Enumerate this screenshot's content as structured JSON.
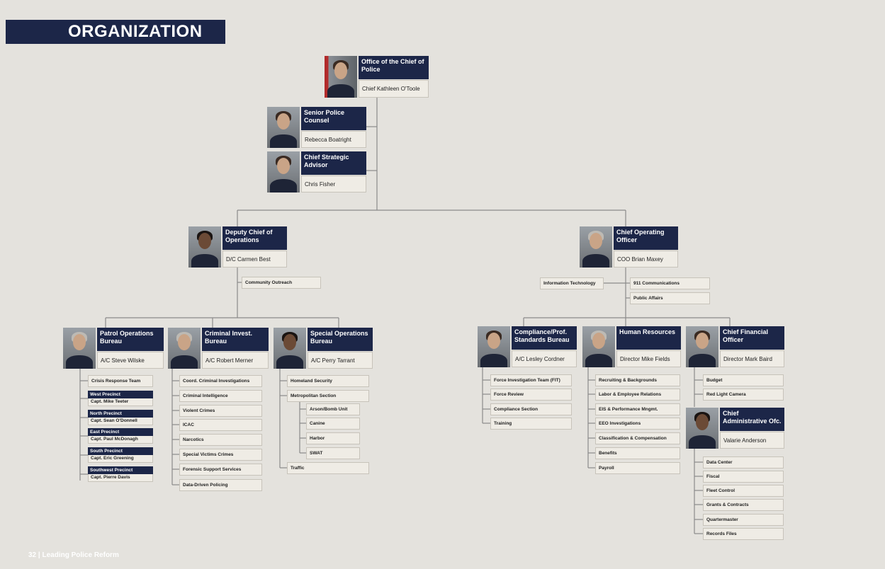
{
  "header": {
    "title": "ORGANIZATION"
  },
  "footer": {
    "text": "32 | Leading Police Reform"
  },
  "colors": {
    "navy": "#1c2648",
    "box_bg": "#efece5",
    "page_bg": "#e4e2dd",
    "line": "#8a8a8a"
  },
  "chief": {
    "title": "Office of the Chief of Police",
    "name": "Chief Kathleen O'Toole"
  },
  "counsel": {
    "title": "Senior Police Counsel",
    "name": "Rebecca Boatright"
  },
  "advisor": {
    "title": "Chief Strategic Advisor",
    "name": "Chris Fisher"
  },
  "deputy": {
    "title": "Deputy Chief of Operations",
    "name": "D/C Carmen Best",
    "units": [
      "Community Outreach"
    ]
  },
  "coo": {
    "title": "Chief Operating Officer",
    "name": "COO Brian Maxey",
    "left_units": [
      "Information Technology"
    ],
    "right_units": [
      "911 Communications",
      "Public Affairs"
    ]
  },
  "patrol": {
    "title": "Patrol Operations Bureau",
    "name": "A/C Steve Wilske",
    "units": [
      "Crisis Response Team"
    ],
    "precincts": [
      {
        "title": "West Precinct",
        "name": "Capt. Mike Teeter"
      },
      {
        "title": "North Precinct",
        "name": "Capt. Sean O'Donnell"
      },
      {
        "title": "East Precinct",
        "name": "Capt. Paul McDonagh"
      },
      {
        "title": "South Precinct",
        "name": "Capt. Eric Greening"
      },
      {
        "title": "Southwest Precinct",
        "name": "Capt. Pierre Davis"
      }
    ]
  },
  "criminal": {
    "title": "Criminal Invest. Bureau",
    "name": "A/C Robert Merner",
    "units": [
      "Coord. Criminal Investigations",
      "Criminal Intelligence",
      "Violent Crimes",
      "ICAC",
      "Narcotics",
      "Special Victims Crimes",
      "Forensic Support Services",
      "Data-Driven Policing"
    ]
  },
  "special": {
    "title": "Special Operations Bureau",
    "name": "A/C Perry Tarrant",
    "units": [
      "Homeland Security",
      "Metropolitan Section"
    ],
    "metro_units": [
      "Arson/Bomb Unit",
      "Canine",
      "Harbor",
      "SWAT"
    ],
    "last_unit": "Traffic"
  },
  "compliance": {
    "title": "Compliance/Prof. Standards Bureau",
    "name": "A/C Lesley Cordner",
    "units": [
      "Force Investigation Team (FIT)",
      "Force Review",
      "Compliance Section",
      "Training"
    ]
  },
  "hr": {
    "title": "Human Resources",
    "name": "Director Mike Fields",
    "units": [
      "Recruiting & Backgrounds",
      "Labor & Employee Relations",
      "EIS & Performance Mngmt.",
      "EEO Investigations",
      "Classification & Compensation",
      "Benefits",
      "Payroll"
    ]
  },
  "cfo": {
    "title": "Chief Financial Officer",
    "name": "Director Mark Baird",
    "units": [
      "Budget",
      "Red Light Camera"
    ]
  },
  "cao": {
    "title": "Chief Administrative Ofc.",
    "name": "Valarie Anderson",
    "units": [
      "Data Center",
      "Fiscal",
      "Fleet Control",
      "Grants & Contracts",
      "Quartermaster",
      "Records Files"
    ]
  }
}
